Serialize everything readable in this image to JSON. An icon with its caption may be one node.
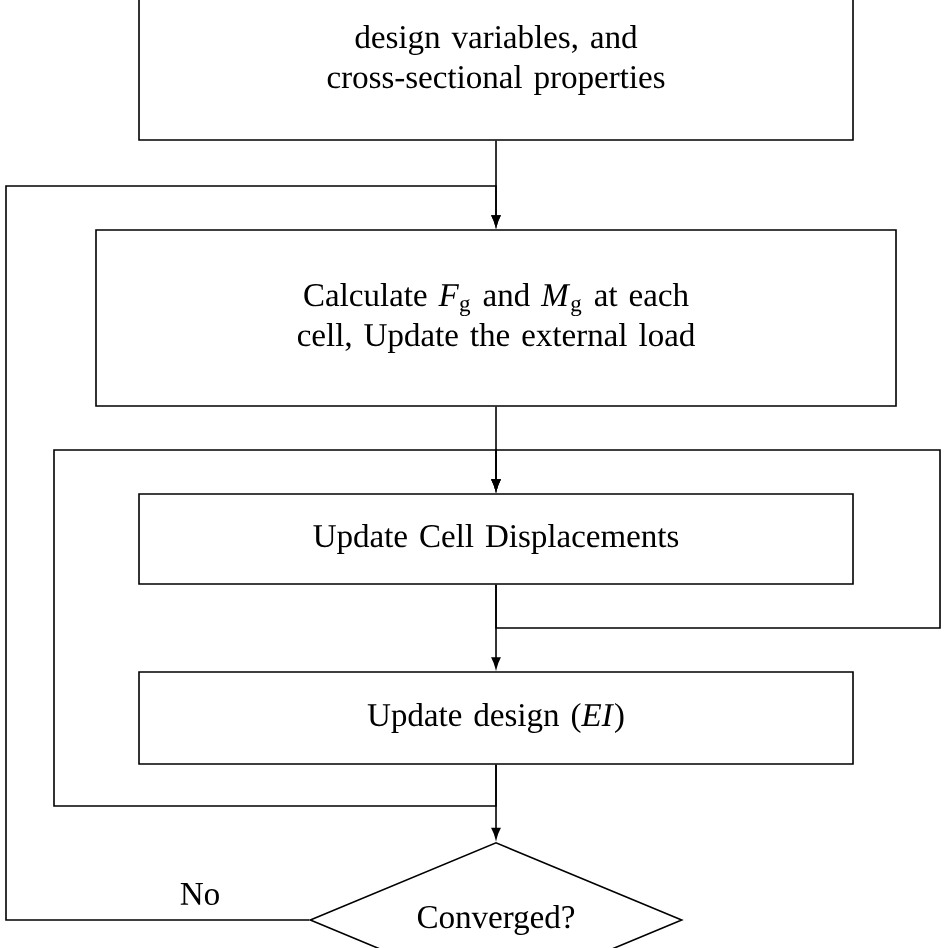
{
  "diagram": {
    "nodes": [
      {
        "text": [
          "design variables, and cross-sectional properties"
        ]
      },
      {
        "text": [
          "Calculate *F*$_{g}$ and *M*$_{g}$ at each cell, Update the external load"
        ]
      },
      {
        "text": [
          "Update Cell Displacements"
        ]
      },
      {
        "text": [
          "Update design (*EI*)"
        ]
      },
      {
        "text": [
          "Converged?"
        ]
      }
    ],
    "edges": [
      {
        "from": 0,
        "to": 1,
        "arrow": "to"
      },
      {
        "from": 1,
        "to": 2,
        "arrow": "to"
      },
      {
        "from": 2,
        "to": 3,
        "arrow": "to"
      },
      {
        "from": 2,
        "to": 2,
        "arrow": "to"
      },
      {
        "from": 3,
        "to": 2,
        "arrow": "to"
      },
      {
        "from": 3,
        "to": 4,
        "arrow": "to"
      },
      {
        "from": 4,
        "to": 1,
        "arrow": "to",
        "label": "No"
      }
    ]
  }
}
